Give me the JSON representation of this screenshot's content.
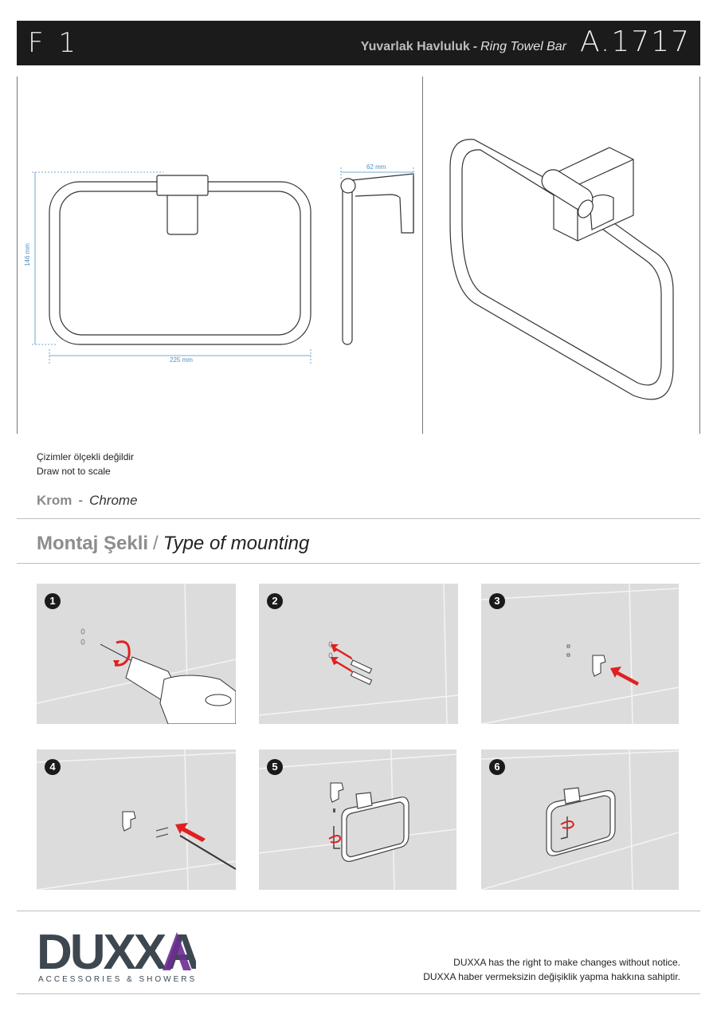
{
  "header": {
    "series": "F 1",
    "title_tr": "Yuvarlak Havluluk",
    "title_sep": "-",
    "title_en": "Ring Towel Bar",
    "code": "A.1717"
  },
  "dimensions": {
    "height": "146 mm",
    "width": "225 mm",
    "depth": "62 mm"
  },
  "notes": {
    "scale_tr": "Çizimler ölçekli değildir",
    "scale_en": "Draw not to scale"
  },
  "finish": {
    "tr": "Krom",
    "sep": "-",
    "en": "Chrome"
  },
  "mounting": {
    "title_tr": "Montaj Şekli",
    "slash": "/",
    "title_en": "Type of mounting",
    "steps": [
      "1",
      "2",
      "3",
      "4",
      "5",
      "6"
    ]
  },
  "footer": {
    "logo": "DUXXA",
    "tagline": "ACCESSORIES & SHOWERS",
    "disclaimer_en": "DUXXA has the right to make changes without notice.",
    "disclaimer_tr": "DUXXA haber vermeksizin değişiklik yapma hakkına sahiptir."
  },
  "colors": {
    "header_bg": "#1b1b1b",
    "dimension_blue": "#4a8fc2",
    "arrow_red": "#e02020",
    "logo_purple": "#6a2d91",
    "logo_gray": "#3d4750"
  }
}
